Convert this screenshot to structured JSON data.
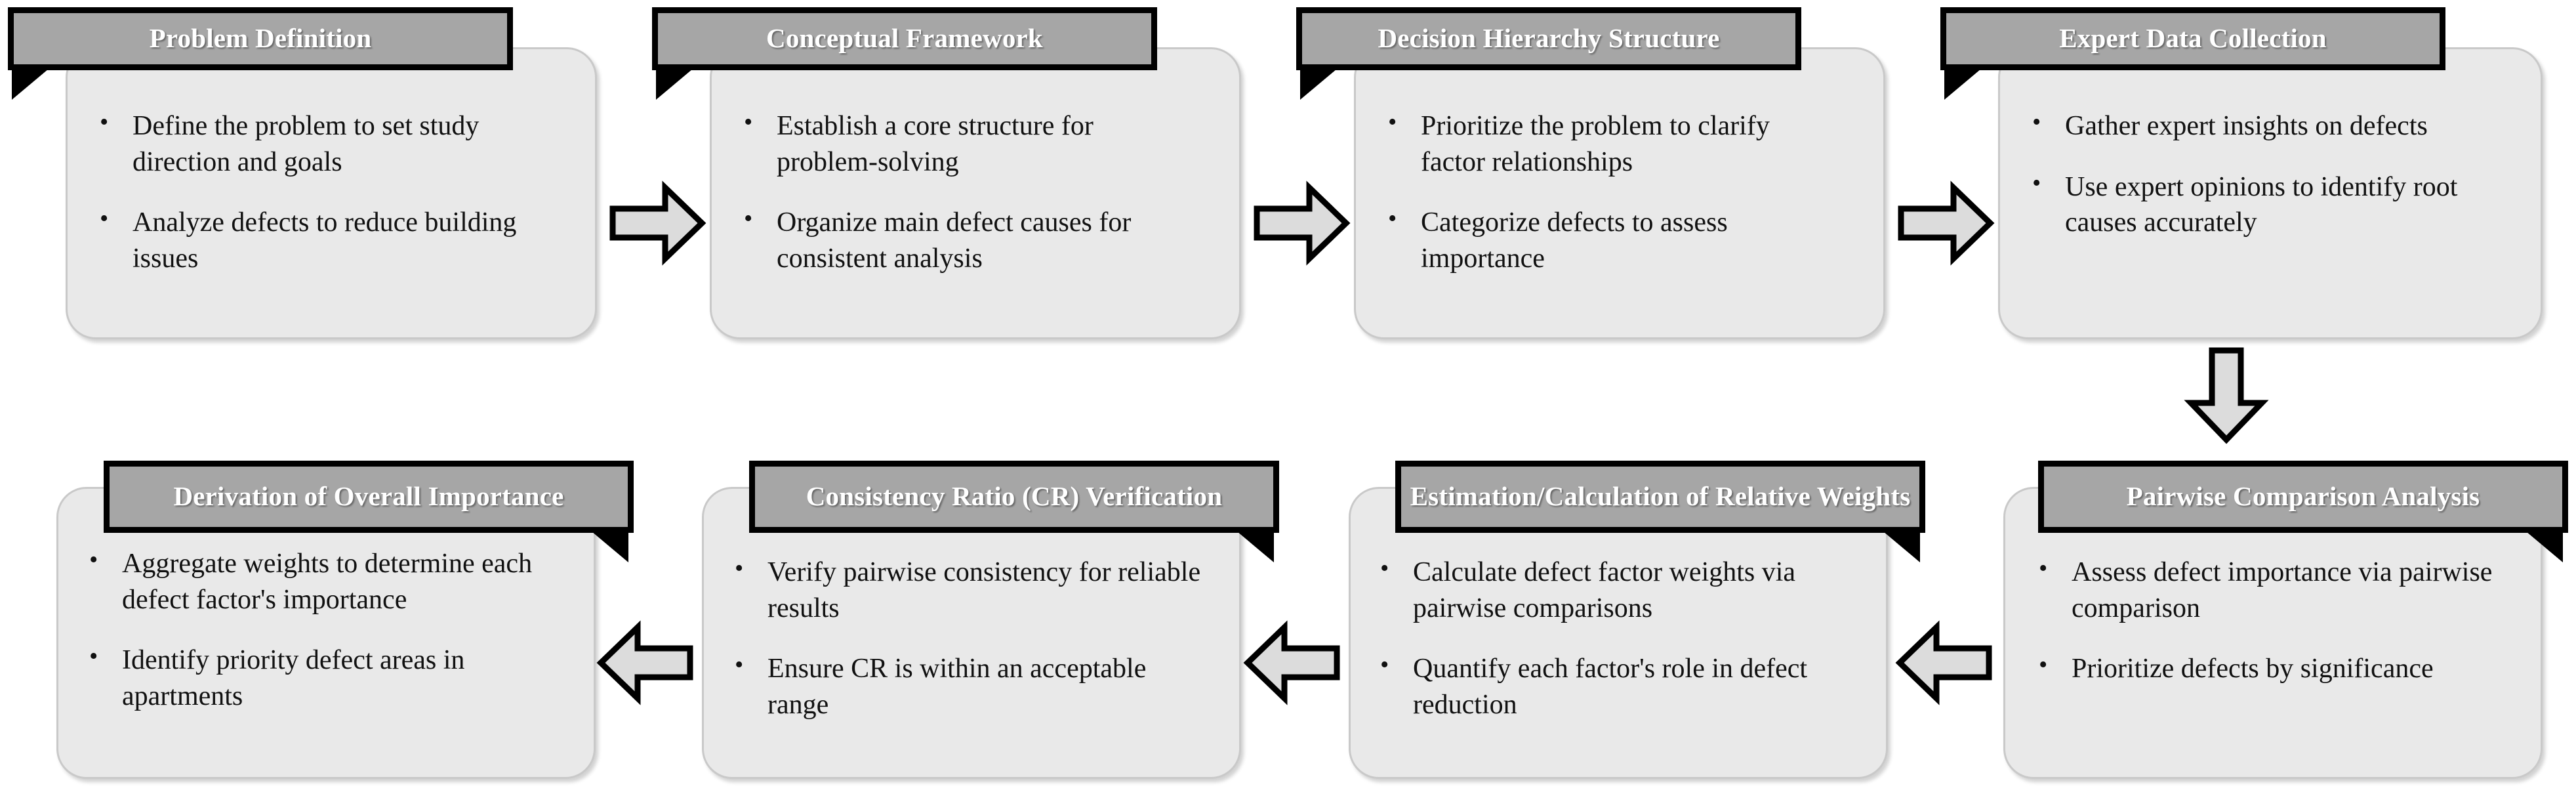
{
  "diagram": {
    "title": "AHP Research Methodology Flowchart",
    "colors": {
      "header_fill": "#a6a6a6",
      "header_border": "#000000",
      "header_text": "#ffffff",
      "body_fill": "#e9e9e9",
      "body_border": "#c9c9c9",
      "arrow_fill": "#dcdcdc",
      "arrow_stroke": "#000000",
      "tail": "#000000"
    },
    "steps": [
      {
        "id": "problem-definition",
        "order": 1,
        "header": "Problem Definition",
        "header_align": "left",
        "bullets": [
          "Define the problem to set study direction and goals",
          "Analyze defects to reduce building issues"
        ]
      },
      {
        "id": "conceptual-framework",
        "order": 2,
        "header": "Conceptual Framework",
        "header_align": "left",
        "bullets": [
          "Establish a core structure for problem-solving",
          "Organize main defect causes for consistent analysis"
        ]
      },
      {
        "id": "decision-hierarchy-structure",
        "order": 3,
        "header": "Decision Hierarchy Structure",
        "header_align": "left",
        "bullets": [
          "Prioritize the problem to clarify factor relationships",
          "Categorize defects to assess importance"
        ]
      },
      {
        "id": "expert-data-collection",
        "order": 4,
        "header": "Expert Data Collection",
        "header_align": "left",
        "bullets": [
          "Gather expert insights on defects",
          "Use expert opinions to identify root causes accurately"
        ]
      },
      {
        "id": "pairwise-comparison-analysis",
        "order": 5,
        "header": "Pairwise Comparison Analysis",
        "header_align": "right",
        "bullets": [
          "Assess defect importance via pairwise comparison",
          " Prioritize defects by significance"
        ]
      },
      {
        "id": "estimation-calculation-of-relative-weights",
        "order": 6,
        "header": "Estimation/Calculation of Relative Weights",
        "header_align": "right",
        "bullets": [
          "Calculate defect factor weights via pairwise comparisons",
          " Quantify each factor's role in defect reduction"
        ]
      },
      {
        "id": "consistency-ratio-cr-verification",
        "order": 7,
        "header": "Consistency Ratio (CR) Verification",
        "header_align": "right",
        "bullets": [
          "Verify pairwise consistency for reliable results",
          "Ensure CR is within an acceptable  range"
        ]
      },
      {
        "id": "derivation-of-overall-importance",
        "order": 8,
        "header": "Derivation of Overall Importance",
        "header_align": "right",
        "bullets": [
          "Aggregate weights to determine each defect factor's importance",
          "Identify priority defect areas in apartments"
        ]
      }
    ],
    "connectors": [
      {
        "id": "arrow-1",
        "from": "problem-definition",
        "to": "conceptual-framework",
        "direction": "right"
      },
      {
        "id": "arrow-2",
        "from": "conceptual-framework",
        "to": "decision-hierarchy-structure",
        "direction": "right"
      },
      {
        "id": "arrow-3",
        "from": "decision-hierarchy-structure",
        "to": "expert-data-collection",
        "direction": "right"
      },
      {
        "id": "arrow-4",
        "from": "expert-data-collection",
        "to": "pairwise-comparison-analysis",
        "direction": "down"
      },
      {
        "id": "arrow-5",
        "from": "pairwise-comparison-analysis",
        "to": "estimation-calculation-of-relative-weights",
        "direction": "left"
      },
      {
        "id": "arrow-6",
        "from": "estimation-calculation-of-relative-weights",
        "to": "consistency-ratio-cr-verification",
        "direction": "left"
      },
      {
        "id": "arrow-7",
        "from": "consistency-ratio-cr-verification",
        "to": "derivation-of-overall-importance",
        "direction": "left"
      }
    ]
  }
}
